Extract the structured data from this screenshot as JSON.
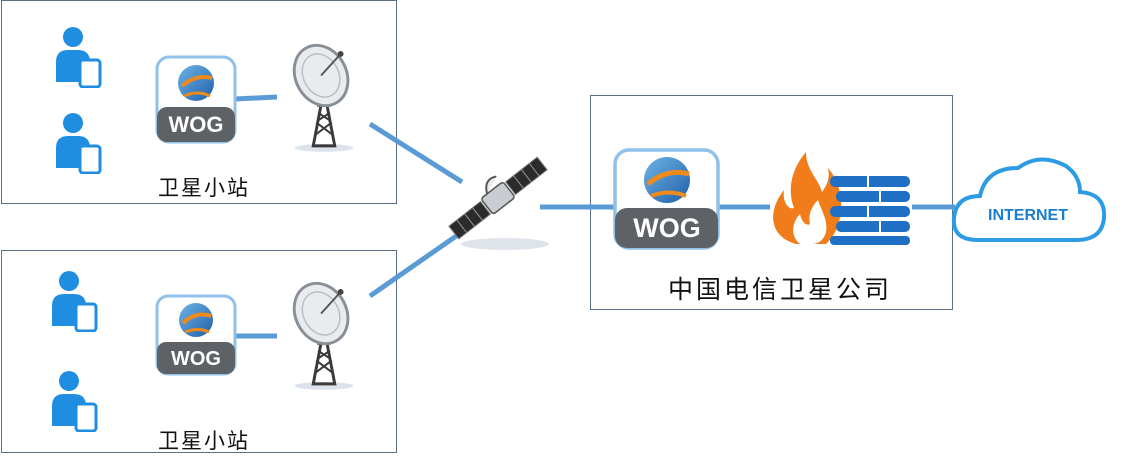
{
  "station_top": {
    "label": "卫星小站",
    "device_label": "WOG"
  },
  "station_bottom": {
    "label": "卫星小站",
    "device_label": "WOG"
  },
  "provider": {
    "label": "中国电信卫星公司",
    "device_label": "WOG"
  },
  "cloud": {
    "label": "INTERNET"
  },
  "colors": {
    "link": "#5b9bd5",
    "user": "#1f8ee0",
    "fire": "#f07d1a",
    "wall": "#1f6fc4",
    "box_border": "#5a6e86"
  }
}
